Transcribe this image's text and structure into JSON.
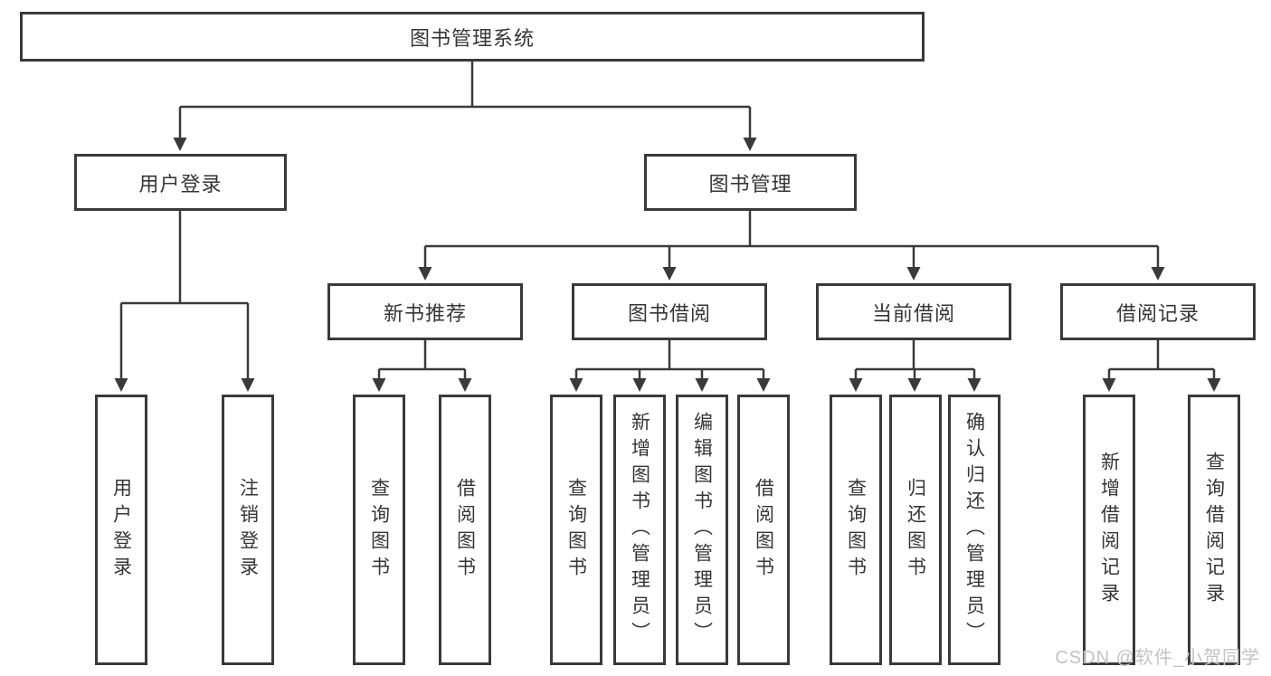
{
  "diagram": {
    "colors": {
      "line": "#3a3a3a",
      "box_border": "#3a3a3a",
      "text": "#363636",
      "watermark": "#c3c3c3",
      "background": "#ffffff"
    },
    "watermark": "CSDN @软件_小贺同学",
    "tree": {
      "root": {
        "label": "图书管理系统"
      },
      "branches": [
        {
          "label": "用户登录",
          "children": [
            {
              "label": "用户登录"
            },
            {
              "label": "注销登录"
            }
          ]
        },
        {
          "label": "图书管理",
          "groups": [
            {
              "label": "新书推荐",
              "children": [
                {
                  "label": "查询图书"
                },
                {
                  "label": "借阅图书"
                }
              ]
            },
            {
              "label": "图书借阅",
              "children": [
                {
                  "label": "查询图书"
                },
                {
                  "label": "新增图书（管理员）"
                },
                {
                  "label": "编辑图书（管理员）"
                },
                {
                  "label": "借阅图书"
                }
              ]
            },
            {
              "label": "当前借阅",
              "children": [
                {
                  "label": "查询图书"
                },
                {
                  "label": "归还图书"
                },
                {
                  "label": "确认归还（管理员）"
                }
              ]
            },
            {
              "label": "借阅记录",
              "children": [
                {
                  "label": "新增借阅记录"
                },
                {
                  "label": "查询借阅记录"
                }
              ]
            }
          ]
        }
      ]
    }
  }
}
